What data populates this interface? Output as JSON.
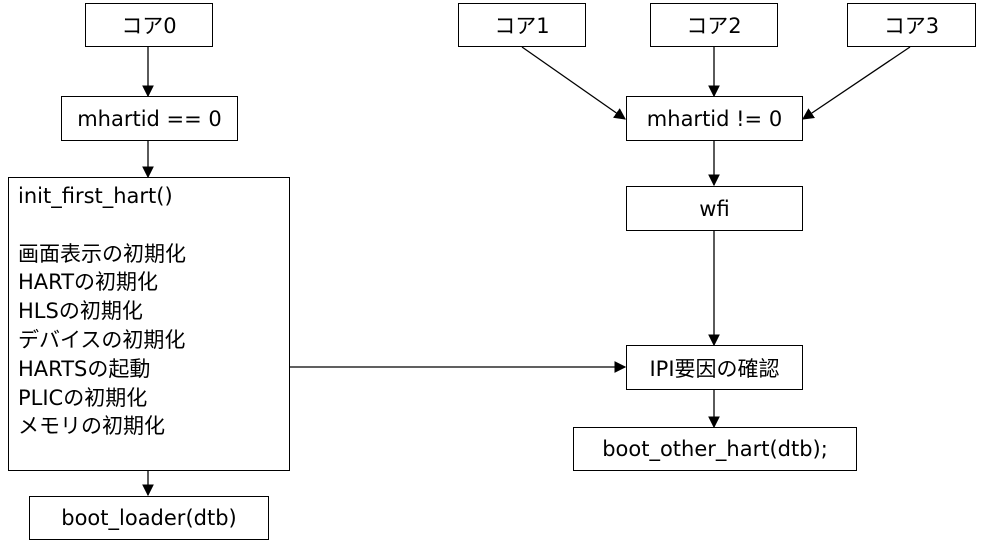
{
  "nodes": {
    "core0": "コア0",
    "core1": "コア1",
    "core2": "コア2",
    "core3": "コア3",
    "mhartid_eq": "mhartid == 0",
    "mhartid_ne": "mhartid != 0",
    "wfi": "wfi",
    "ipi": "IPI要因の確認",
    "boot_other": "boot_other_hart(dtb);",
    "boot_loader": "boot_loader(dtb)"
  },
  "init_box": {
    "title": "init_first_hart()",
    "items": [
      "画面表示の初期化",
      "HARTの初期化",
      "HLSの初期化",
      "デバイスの初期化",
      "HARTSの起動",
      "PLICの初期化",
      "メモリの初期化"
    ]
  }
}
